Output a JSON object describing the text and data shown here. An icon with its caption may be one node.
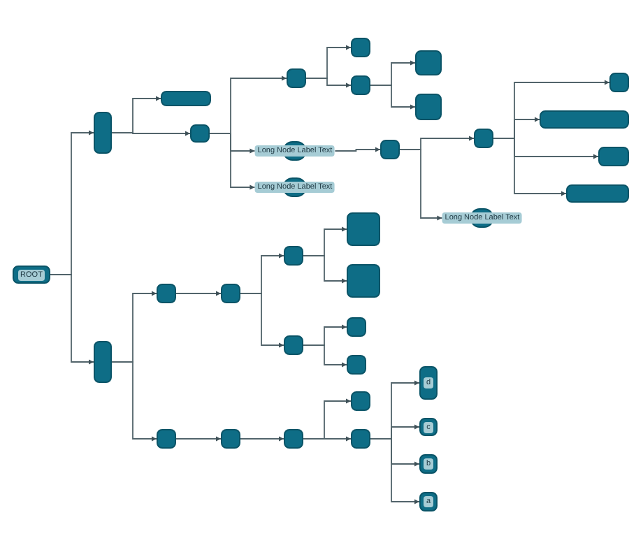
{
  "diagram": {
    "nodes": [
      {
        "text": [
          "ROOT"
        ]
      },
      {
        "text": [],
        "shape": "box"
      },
      {
        "text": [],
        "shape": "box"
      },
      {
        "text": [],
        "shape": "box"
      },
      {
        "text": [],
        "shape": "box"
      },
      {
        "text": [],
        "shape": "box"
      },
      {
        "text": [],
        "shape": "box"
      },
      {
        "text": [],
        "shape": "box"
      },
      {
        "text": [],
        "shape": "box"
      },
      {
        "text": [
          "Long Node Label Text"
        ]
      },
      {
        "text": [
          "Long Node Label Text"
        ]
      },
      {
        "text": [],
        "shape": "box"
      },
      {
        "text": [],
        "shape": "box"
      },
      {
        "text": [],
        "shape": "box"
      },
      {
        "text": [],
        "shape": "box"
      },
      {
        "text": [],
        "shape": "box"
      },
      {
        "text": [],
        "shape": "box"
      },
      {
        "text": [
          "Long Node Label Text"
        ]
      },
      {
        "text": [],
        "shape": "box"
      },
      {
        "text": [],
        "shape": "box"
      },
      {
        "text": [],
        "shape": "box"
      },
      {
        "text": [],
        "shape": "box"
      },
      {
        "text": [],
        "shape": "box"
      },
      {
        "text": [],
        "shape": "box"
      },
      {
        "text": [],
        "shape": "box"
      },
      {
        "text": [],
        "shape": "box"
      },
      {
        "text": [],
        "shape": "box"
      },
      {
        "text": [],
        "shape": "box"
      },
      {
        "text": [],
        "shape": "box"
      },
      {
        "text": [],
        "shape": "box"
      },
      {
        "text": [],
        "shape": "box"
      },
      {
        "text": [],
        "shape": "box"
      },
      {
        "text": [
          "d"
        ]
      },
      {
        "text": [
          "c"
        ]
      },
      {
        "text": [
          "b"
        ]
      },
      {
        "text": [
          "a"
        ]
      }
    ],
    "edges": [
      {
        "from": 0,
        "to": 1,
        "arrow": "to"
      },
      {
        "from": 0,
        "to": 18,
        "arrow": "to"
      },
      {
        "from": 1,
        "to": 2,
        "arrow": "to"
      },
      {
        "from": 1,
        "to": 3,
        "arrow": "to"
      },
      {
        "from": 3,
        "to": 4,
        "arrow": "to"
      },
      {
        "from": 3,
        "to": 9,
        "arrow": "to"
      },
      {
        "from": 3,
        "to": 10,
        "arrow": "to"
      },
      {
        "from": 4,
        "to": 5,
        "arrow": "to"
      },
      {
        "from": 4,
        "to": 6,
        "arrow": "to"
      },
      {
        "from": 6,
        "to": 7,
        "arrow": "to"
      },
      {
        "from": 6,
        "to": 8,
        "arrow": "to"
      },
      {
        "from": 9,
        "to": 11,
        "arrow": "to"
      },
      {
        "from": 11,
        "to": 12,
        "arrow": "to"
      },
      {
        "from": 11,
        "to": 17,
        "arrow": "to"
      },
      {
        "from": 12,
        "to": 13,
        "arrow": "to"
      },
      {
        "from": 12,
        "to": 14,
        "arrow": "to"
      },
      {
        "from": 12,
        "to": 15,
        "arrow": "to"
      },
      {
        "from": 12,
        "to": 16,
        "arrow": "to"
      },
      {
        "from": 18,
        "to": 19,
        "arrow": "to"
      },
      {
        "from": 18,
        "to": 27,
        "arrow": "to"
      },
      {
        "from": 19,
        "to": 20,
        "arrow": "to"
      },
      {
        "from": 20,
        "to": 21,
        "arrow": "to"
      },
      {
        "from": 20,
        "to": 24,
        "arrow": "to"
      },
      {
        "from": 21,
        "to": 22,
        "arrow": "to"
      },
      {
        "from": 21,
        "to": 23,
        "arrow": "to"
      },
      {
        "from": 24,
        "to": 25,
        "arrow": "to"
      },
      {
        "from": 24,
        "to": 26,
        "arrow": "to"
      },
      {
        "from": 27,
        "to": 28,
        "arrow": "to"
      },
      {
        "from": 28,
        "to": 29,
        "arrow": "to"
      },
      {
        "from": 29,
        "to": 30,
        "arrow": "to"
      },
      {
        "from": 29,
        "to": 31,
        "arrow": "to"
      },
      {
        "from": 31,
        "to": 32,
        "arrow": "to"
      },
      {
        "from": 31,
        "to": 33,
        "arrow": "to"
      },
      {
        "from": 31,
        "to": 34,
        "arrow": "to"
      },
      {
        "from": 31,
        "to": 35,
        "arrow": "to"
      }
    ]
  }
}
